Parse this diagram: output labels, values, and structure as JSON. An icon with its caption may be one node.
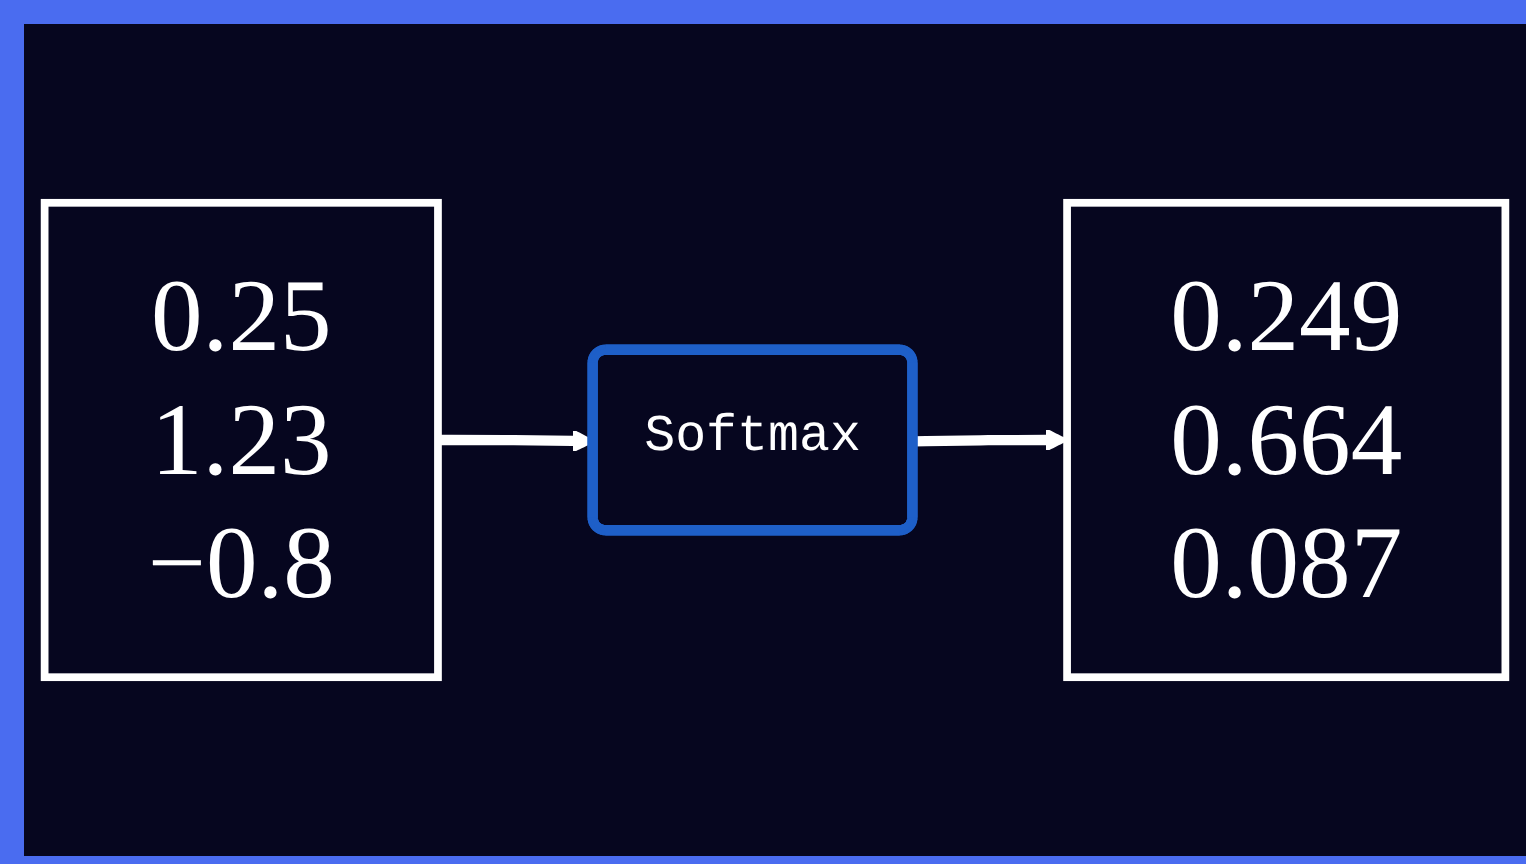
{
  "diagram": {
    "nodes": [
      {
        "text": [
          "0.25",
          "1.23",
          "−0.8"
        ]
      },
      {
        "text": [
          "Softmax"
        ]
      },
      {
        "text": [
          "0.249",
          "0.664",
          "0.087"
        ]
      }
    ],
    "edges": [
      {
        "from": 0,
        "to": 1,
        "arrow": "to"
      },
      {
        "from": 1,
        "to": 2,
        "arrow": "to"
      }
    ]
  }
}
